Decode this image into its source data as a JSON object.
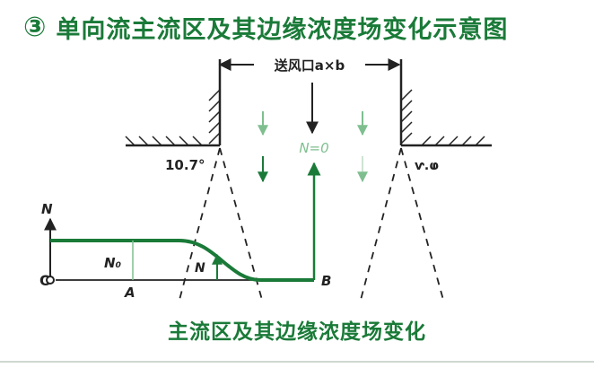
{
  "title": {
    "number": "③",
    "text": "单向流主流区及其边缘浓度场变化示意图"
  },
  "dimension_label": "送风口a×b",
  "labels": {
    "angle": "10.7°",
    "angle_right": "ⱱ.ⱷ",
    "center_concentration": "N=0",
    "y_axis": "N",
    "origin": "O",
    "point_a": "A",
    "point_b": "B",
    "n0": "N₀",
    "n_arrow": "N"
  },
  "caption": "主流区及其边缘浓度场变化",
  "colors": {
    "green": "#1a7a38",
    "light_green": "#7fbf8f",
    "dark": "#222222"
  }
}
